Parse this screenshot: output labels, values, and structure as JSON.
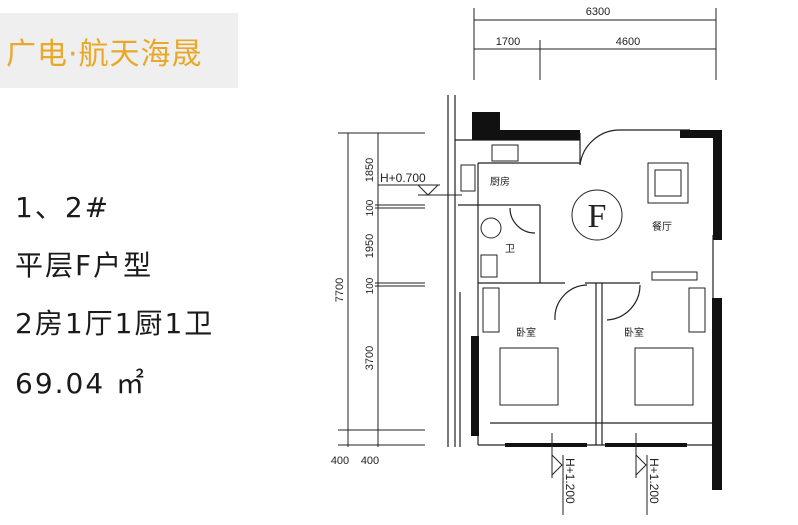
{
  "header": {
    "title": "广电·航天海晟"
  },
  "info": {
    "building": "1、2#",
    "unit_type": "平层F户型",
    "layout": "2房1厅1厨1卫",
    "area": "69.04 ㎡"
  },
  "plan": {
    "dims_top": {
      "total": "6300",
      "left": "1700",
      "right": "4600"
    },
    "dims_left": {
      "total": "7700",
      "d1": "1850",
      "d2": "100",
      "d3": "1950",
      "d4": "100",
      "d5": "3700"
    },
    "dims_bottom": {
      "a": "400",
      "b": "400"
    },
    "elev_kitchen": "H+0.700",
    "elev_window_left": "H+1.200",
    "elev_window_right": "H+1.200",
    "unit_mark": "F",
    "rooms": {
      "kitchen": "厨房",
      "bath": "卫",
      "dining": "餐厅",
      "bedroom_left": "卧室",
      "bedroom_right": "卧室"
    }
  }
}
